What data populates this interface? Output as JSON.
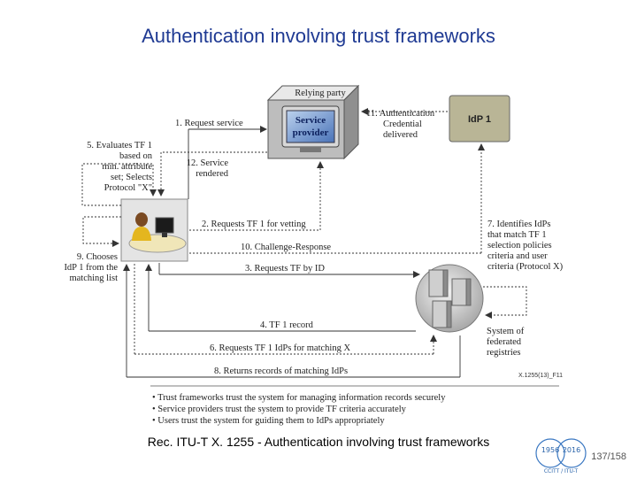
{
  "title": "Authentication involving trust frameworks",
  "diagram": {
    "relying_party_label": "Relying party",
    "service_provider_label": [
      "Service",
      "provider"
    ],
    "idp_label": "IdP 1",
    "system_label": [
      "System of",
      "federated",
      "registries"
    ],
    "figure_id": "X.1255(13)_F11",
    "steps": {
      "s1": "1. Request service",
      "s2": "2. Requests TF 1 for vetting",
      "s3": "3. Requests TF by ID",
      "s4": "4. TF 1 record",
      "s5": [
        "5. Evaluates TF 1",
        "based on",
        "min. attribute",
        "set; Selects",
        "Protocol \"X\""
      ],
      "s6": "6. Requests TF 1 IdPs for matching X",
      "s7": [
        "7. Identifies IdPs",
        "that match TF 1",
        "selection policies",
        "criteria and user",
        "criteria (Protocol X)"
      ],
      "s8": "8. Returns records of matching IdPs",
      "s9": [
        "9. Chooses",
        "IdP 1 from the",
        "matching list"
      ],
      "s10": "10. Challenge-Response",
      "s11": [
        "11. Authentication",
        "Credential",
        "delivered"
      ],
      "s12": [
        "12. Service",
        "rendered"
      ]
    },
    "bullets": [
      "• Trust frameworks trust the system for managing information records securely",
      "• Service providers trust the system to provide TF criteria accurately",
      "• Users trust the system for guiding them to IdPs appropriately"
    ]
  },
  "caption": "Rec. ITU-T X. 1255 - Authentication involving trust frameworks",
  "logo": {
    "years_left": "1956",
    "years_right": "2016",
    "text": "CCITT / ITU-T"
  },
  "page_number": "137/158"
}
